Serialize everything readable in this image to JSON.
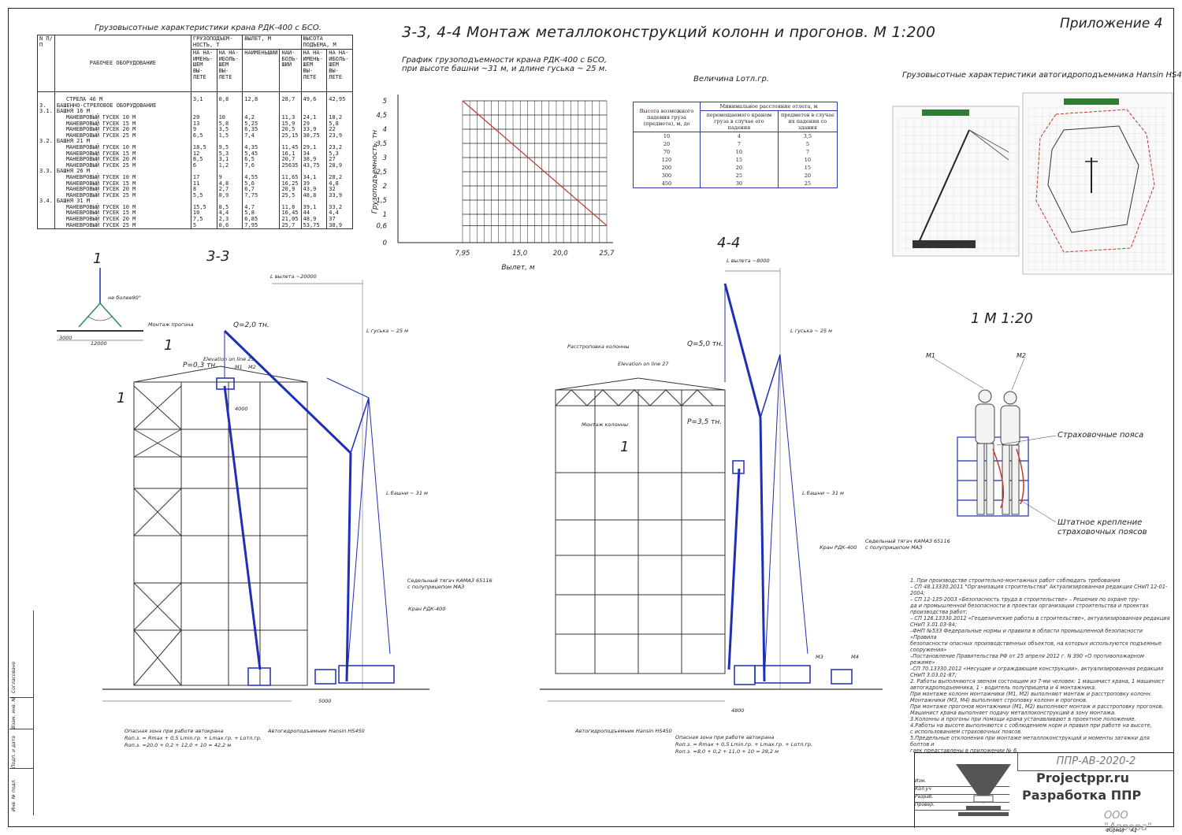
{
  "title": "3-3, 4-4 Монтаж металлоконструкций колонн и прогонов. М 1:200",
  "appendix": "Приложение 4",
  "rdk_table": {
    "caption": "Грузовысотные характеристики крана РДК-400 с БСО.",
    "headers": {
      "num": "N П/П",
      "equipment": "РАБОЧЕЕ ОБОРУДОВАНИЕ",
      "capacity": "ГРУЗОПОДЪЕМ-НОСТЬ, Т",
      "reach": "ВЫЛЕТ, М",
      "height": "ВЫСОТА ПОДЪЕМА, М",
      "cap_min": "НА НА-ИМЕНЬ-ШЕМ ВЫ-ЛЕТЕ",
      "cap_max": "НА НА-ИБОЛЬ-ШЕМ ВЫ-ЛЕТЕ",
      "reach_min": "НАИМЕНЬШИЙ",
      "reach_max": "НАИ-БОЛЬ-ШИЙ",
      "h_min": "НА НА-ИМЕНЬ-ШЕМ ВЫ-ЛЕТЕ",
      "h_max": "НА НА-ИБОЛЬ-ШЕМ ВЫ-ЛЕТЕ"
    },
    "rows": [
      [
        "",
        "СТРЕЛА 46 М",
        "3,1",
        "0,8",
        "12,8",
        "28,7",
        "49,6",
        "42,95"
      ],
      [
        "3.",
        "БАШЕННО-СТРЕЛОВОЕ ОБОРУДОВАНИЕ",
        "",
        "",
        "",
        "",
        "",
        ""
      ],
      [
        "3.1.",
        "БАШНЯ 16 М",
        "",
        "",
        "",
        "",
        "",
        ""
      ],
      [
        "",
        "МАНЕВРОВЫЙ ГУСЕК 10 М",
        "20",
        "10",
        "4,2",
        "11,3",
        "24,1",
        "18,2"
      ],
      [
        "",
        "МАНЕВРОВЫЙ ГУСЕК 15 М",
        "13",
        "5,8",
        "5,25",
        "15,9",
        "29",
        "5,8"
      ],
      [
        "",
        "МАНЕВРОВЫЙ ГУСЕК 20 М",
        "9",
        "3,5",
        "6,35",
        "20,5",
        "33,9",
        "22"
      ],
      [
        "",
        "МАНЕВРОВЫЙ ГУСЕК 25 М",
        "6,5",
        "1,5",
        "7,4",
        "25,15",
        "38,75",
        "23,9"
      ],
      [
        "3.2.",
        "БАШНЯ 21 М",
        "",
        "",
        "",
        "",
        "",
        ""
      ],
      [
        "",
        "МАНЕВРОВЫЙ ГУСЕК 10 М",
        "18,5",
        "9,5",
        "4,35",
        "11,45",
        "29,1",
        "23,2"
      ],
      [
        "",
        "МАНЕВРОВЫЙ ГУСЕК 15 М",
        "12",
        "5,3",
        "5,45",
        "16,1",
        "34",
        "5,3"
      ],
      [
        "",
        "МАНЕВРОВЫЙ ГУСЕК 20 М",
        "8,5",
        "3,1",
        "6,5",
        "20,7",
        "38,9",
        "27"
      ],
      [
        "",
        "МАНЕВРОВЫЙ ГУСЕК 25 М",
        "6",
        "1,2",
        "7,6",
        "25635",
        "43,75",
        "28,9"
      ],
      [
        "3.3.",
        "БАШНЯ 26 М",
        "",
        "",
        "",
        "",
        "",
        ""
      ],
      [
        "",
        "МАНЕВРОВЫЙ ГУСЕК 10 М",
        "17",
        "9",
        "4,55",
        "11,65",
        "34,1",
        "28,2"
      ],
      [
        "",
        "МАНЕВРОВЫЙ ГУСЕК 15 М",
        "11",
        "4,8",
        "5,6",
        "16,25",
        "39",
        "4,8"
      ],
      [
        "",
        "МАНЕВРОВЫЙ ГУСЕК 20 М",
        "8",
        "2,7",
        "6,7",
        "20,9",
        "43,9",
        "32"
      ],
      [
        "",
        "МАНЕВРОВЫЙ ГУСЕК 25 М",
        "5,5",
        "0,9",
        "7,75",
        "25,5",
        "48,8",
        "33,9"
      ],
      [
        "3.4.",
        "БАШНЯ 31 М",
        "",
        "",
        "",
        "",
        "",
        ""
      ],
      [
        "",
        "МАНЕВРОВЫЙ ГУСЕК 10 М",
        "15,5",
        "8,5",
        "4,7",
        "11,8",
        "39,1",
        "33,2"
      ],
      [
        "",
        "МАНЕВРОВЫЙ ГУСЕК 15 М",
        "10",
        "4,4",
        "5,8",
        "16,45",
        "44",
        "4,4"
      ],
      [
        "",
        "МАНЕВРОВЫЙ ГУСЕК 20 М",
        "7,5",
        "2,3",
        "6,85",
        "21,05",
        "48,9",
        "37"
      ],
      [
        "",
        "МАНЕВРОВЫЙ ГУСЕК 25 М",
        "5",
        "0,6",
        "7,95",
        "25,7",
        "53,75",
        "38,9"
      ]
    ]
  },
  "chart_caption_1": "График грузоподъемности крана РДК-400 с БСО,",
  "chart_caption_2": "при высоте башни ~31 м, и длине гуська ~ 25 м.",
  "chart_data": {
    "type": "line",
    "xlabel": "Вылет, м",
    "ylabel": "Грузоподъемность, тн",
    "xticks": [
      "7,95",
      "15,0",
      "20,0",
      "25,7"
    ],
    "xtick_values": [
      7.95,
      15.0,
      20.0,
      25.7
    ],
    "yticks": [
      "0",
      "0,6",
      "1",
      "1,5",
      "2",
      "2,5",
      "3",
      "3,5",
      "4",
      "4,5",
      "5"
    ],
    "ytick_values": [
      0,
      0.6,
      1,
      1.5,
      2,
      2.5,
      3,
      3.5,
      4,
      4.5,
      5
    ],
    "xlim": [
      0,
      25.7
    ],
    "ylim": [
      0,
      5
    ],
    "grid": true,
    "series": [
      {
        "x": [
          7.95,
          25.7
        ],
        "y": [
          5.0,
          0.6
        ],
        "color": "#c0392b"
      }
    ]
  },
  "dist_table": {
    "caption": "Величина Lотл.гр.",
    "h_col": "Высота возможного падения груза (предмета), м, до",
    "group": "Минимальное расстояние отлета, м",
    "c1": "перемещаемого краном груза в случае его падения",
    "c2": "предметов в случае их падения со здания",
    "rows": [
      [
        "10",
        "4",
        "3,5"
      ],
      [
        "20",
        "7",
        "5"
      ],
      [
        "70",
        "10",
        "7"
      ],
      [
        "120",
        "15",
        "10"
      ],
      [
        "200",
        "20",
        "15"
      ],
      [
        "300",
        "25",
        "20"
      ],
      [
        "450",
        "30",
        "25"
      ]
    ]
  },
  "hs_caption": "Грузовысотные характеристики автогидроподъемника Hansin HS450",
  "section_33": "3-3",
  "section_44": "4-4",
  "section_1": "1",
  "detail_1": "1 М 1:20",
  "labels_33": {
    "not_more": "не более90°",
    "mount_purlin": "Монтаж прогона",
    "q": "Q=2,0 тн.",
    "p": "P=0,3 тн.",
    "elev": "Elevation on line 25",
    "l_reach": "L вылета ~20000",
    "l_jib": "L гуська ~ 25 м",
    "l_tower": "L башни ~ 31 м",
    "tractor_1": "Седельный тягач КАМАЗ 65116",
    "tractor_2": "с полуприцепом МАЗ",
    "crane": "Кран РДК-400",
    "hansin": "Автогидроподъемник Hansin HS450",
    "zone_1": "Опасная зона при работе автокрана",
    "zone_2": "Rоп.з. = Rmax + 0,5 Lmin.гр. + Lmax.гр. + Lотл.гр.",
    "zone_3": "Rоп.з. =20,0 + 0,2 + 12,0 + 10 = 42,2 м",
    "dim_5000": "5000",
    "dim_3000": "3000",
    "dim_12000": "12000",
    "dim_4000": "4000",
    "m1": "М1",
    "m2": "М2"
  },
  "labels_44": {
    "sling": "Расстроповка колонны",
    "q": "Q=5,0 тн.",
    "p": "P=3,5 тн.",
    "elev": "Elevation on line 27",
    "mount_col": "Монтаж колонны",
    "l_reach": "L вылета ~8000",
    "l_jib": "L гуська ~ 25 м",
    "l_tower": "L башни ~ 31 м",
    "tractor_1": "Седельный тягач КАМАЗ 65116",
    "tractor_2": "с полуприцепом МАЗ",
    "crane": "Кран РДК-400",
    "hansin": "Автогидроподъемник Hansin HS450",
    "zone_1": "Опасная зона при работе автокрана",
    "zone_2": "Rоп.з. = Rmax + 0,5 Lmin.гр. + Lmax.гр. + Lотл.гр.",
    "zone_3": "Rоп.з. =8,0 + 0,2 + 11,0 + 10 = 29,2 м",
    "dim_4800": "4800",
    "m3": "М3",
    "m4": "М4"
  },
  "detail_labels": {
    "m1": "М1",
    "m2": "М2",
    "belts": "Страховочные пояса",
    "anchor_1": "Штатное крепление",
    "anchor_2": "страховочных поясов"
  },
  "notes": [
    "1. При производстве строительно-монтажных работ соблюдать требования",
    "– СП 48.13330.2011 \"Организация строительства\" Актуализированная редакция СНиП 12-01-2004;",
    "– СП 12-135-2003 «Безопасность труда в строительстве» – Решения по охране тру-",
    "да и промышленной безопасности в проектах организации строительства и проектах",
    "производства работ;",
    "– СП 126.13330.2012 «Геодезические работы в строительстве», актуализированная редакция",
    "СНиП 3.01.03-84;",
    "–ФНП №533 Федеральные нормы и правила в области промышленной безопасности «Правила",
    "безопасности опасных производственных объектов, на которых используются подъемные сооружения»",
    "–Постановление Правительства РФ от 25 апреля 2012 г. N 390 «О противопожарном режиме»",
    "–СП 70.13330.2012 «Несущие и ограждающие конструкции», актуализированная редакция",
    "СНиП 3.03.01-87;",
    "2. Работы выполняются звеном состоящим из 7-ми человек: 1 машинист крана, 1 машинист",
    "автогидроподъемника, 1 - водитель полуприцепа и 4 монтажника.",
    "При монтаже колонн монтажники (М1, М2) выполняют монтаж и расстроповку колонн.",
    "Монтажники (М3, М4) выполняют строповку колонн и прогонов.",
    "При монтаже прогонов монтажники (М1, М2) выполняют монтаж и расстроповку прогонов.",
    "Машинист крана выполняет подачу металлоконструкций в зону монтажа.",
    "3.Колонны и прогоны при помощи крана устанавливают в проектное положение.",
    "4.Работы на высоте выполняются с соблюдением норм и правил при работе на высоте,",
    "с использованием страховочных поясов.",
    "5.Предельные отклонения при монтаже металлоконструкций и моменты затяжки для болтов и",
    "гаек представлены в приложении № 6."
  ],
  "title_block": {
    "code": "ППР-АВ-2020-2",
    "rows": [
      "Изм.",
      "Кол.уч",
      "Разраб.",
      "Провер."
    ],
    "company": "ООО \"Аврора\"",
    "format": "Формат",
    "format_val": "А1"
  },
  "watermark_1": "Projectppr.ru",
  "watermark_2": "Разработка ППР",
  "sidebar_labels": [
    "Согласовано",
    "Взам. инв. №",
    "Подп. и дата",
    "Инв. № подл."
  ],
  "colors": {
    "crane_blue": "#1f2fb5",
    "chart_red": "#c0392b",
    "ink": "#222222"
  }
}
